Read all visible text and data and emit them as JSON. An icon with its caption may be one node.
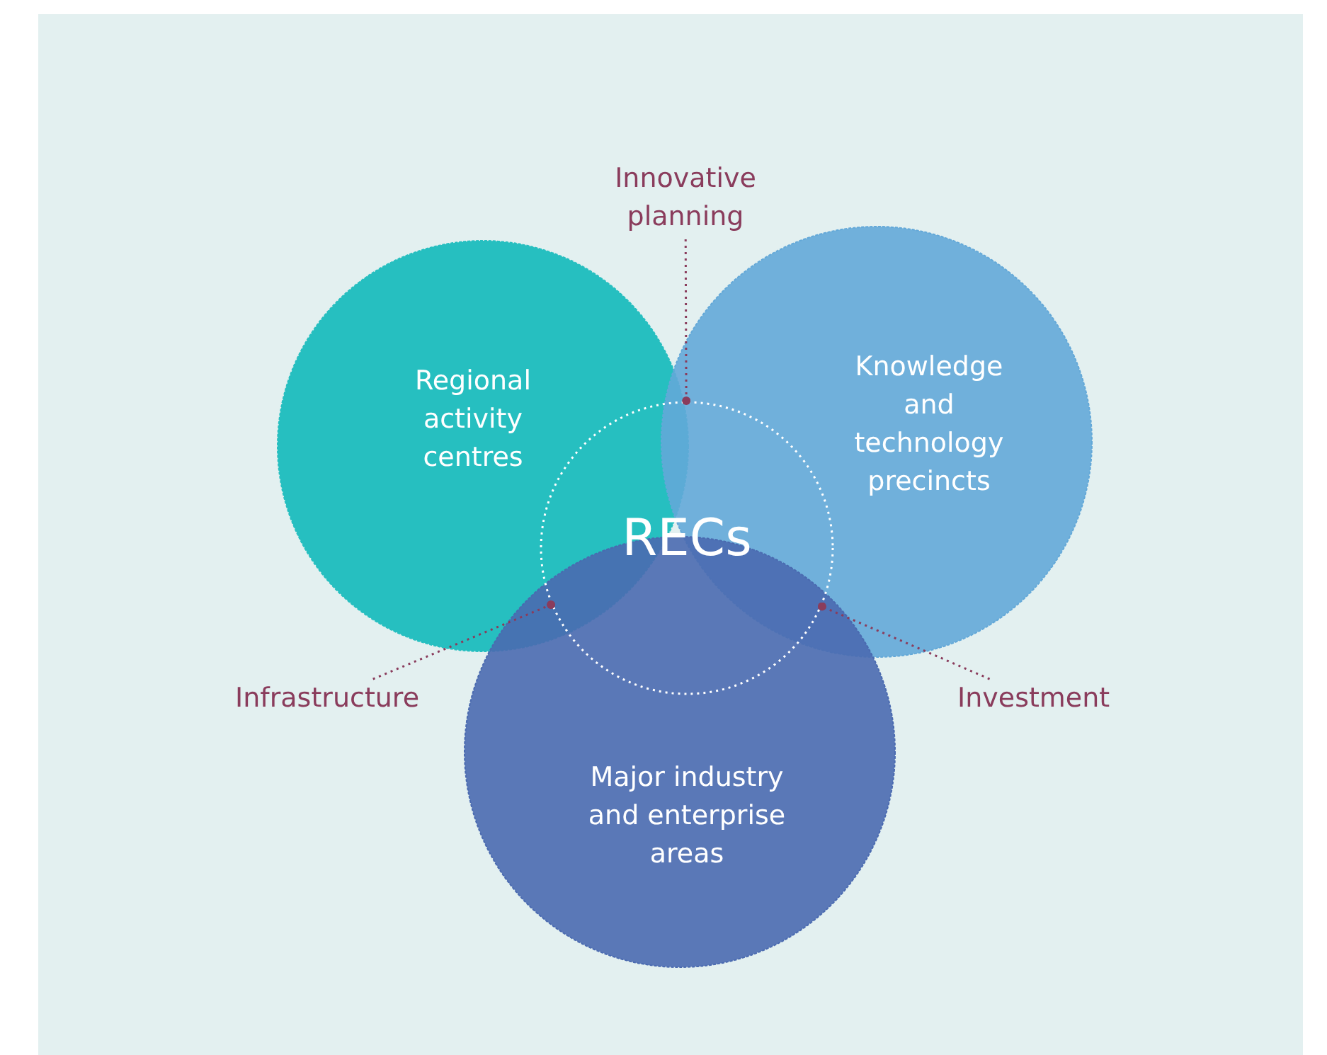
{
  "diagram": {
    "nodes": [
      {
        "text": [
          "Regional activity centres"
        ]
      },
      {
        "text": [
          "Knowledge and technology precincts"
        ]
      },
      {
        "text": [
          "Major industry and enterprise areas"
        ]
      },
      {
        "text": [
          "RECs"
        ]
      },
      {
        "text": [
          "Innovative planning"
        ]
      },
      {
        "text": [
          "Infrastructure"
        ]
      },
      {
        "text": [
          "Investment"
        ]
      }
    ],
    "edges": [
      {
        "from": 4,
        "to": 3,
        "arrow": "other"
      },
      {
        "from": 5,
        "to": 3,
        "arrow": "other"
      },
      {
        "from": 6,
        "to": 3,
        "arrow": "other"
      }
    ]
  }
}
